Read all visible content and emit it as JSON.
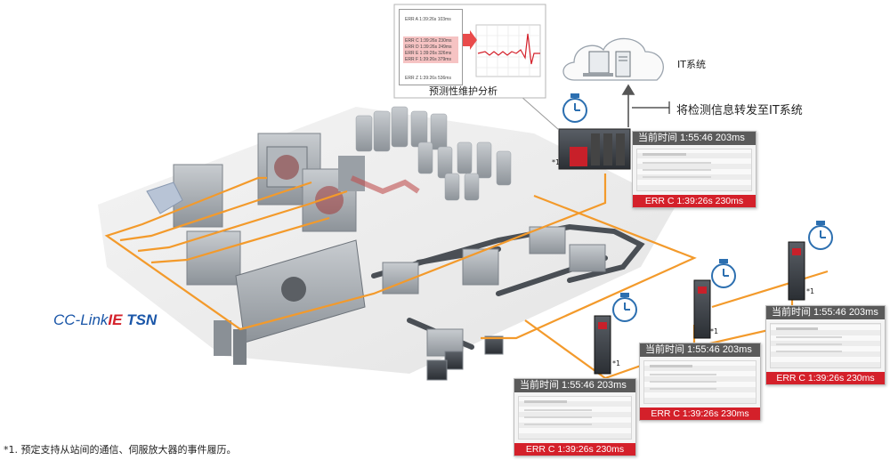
{
  "top_callout": {
    "log_lines": [
      "ERR A 1:39:26s 103ms",
      "ERR C 1:39:26s 230ms",
      "ERR D 1:39:26s 249ms",
      "ERR E 1:39:26s 326ms",
      "ERR F 1:39:26s 379ms",
      "ERR Z 1:39:26s 536ms"
    ],
    "label": "预测性维护分析"
  },
  "it_system": {
    "label": "IT系统"
  },
  "forward_label": "将检测信息转发至IT系统",
  "network_logo": {
    "part1": "CC-Link",
    "part2": "IE",
    "part3": " TSN"
  },
  "panels": [
    {
      "time": "当前时间 1:55:46 203ms",
      "error": "ERR C 1:39:26s 230ms"
    },
    {
      "time": "当前时间 1:55:46 203ms",
      "error": "ERR C 1:39:26s 230ms"
    },
    {
      "time": "当前时间 1:55:46 203ms",
      "error": "ERR C 1:39:26s 230ms"
    },
    {
      "time": "当前时间 1:55:46 203ms",
      "error": "ERR C 1:39:26s 230ms"
    }
  ],
  "device_markers": [
    "*1",
    "*1",
    "*1",
    "*1"
  ],
  "footnote": "*1. 预定支持从站间的通信、伺服放大器的事件履历。",
  "colors": {
    "network_line": "#f39a2b",
    "error_red": "#d4202a",
    "header_gray": "#5a5a5a",
    "stopwatch_blue": "#2c6fb0",
    "logo_blue": "#1a56a8"
  }
}
